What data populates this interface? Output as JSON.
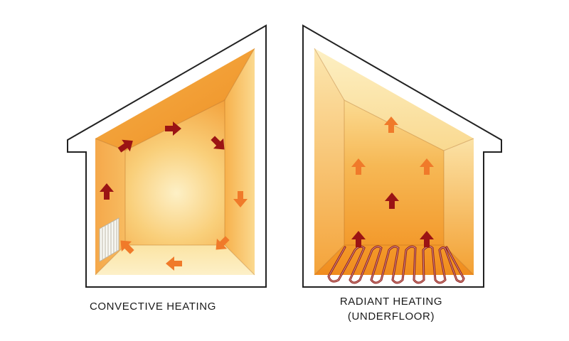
{
  "captions": {
    "convective": "CONVECTIVE HEATING",
    "radiant_line1": "RADIANT HEATING",
    "radiant_line2": "(UNDERFLOOR)"
  },
  "colors": {
    "arrow_dark": "#9b1414",
    "arrow_orange": "#f07a2a",
    "wall_orange": "#f4a033",
    "light_yellow": "#fbe3a0",
    "house_outline": "#222222"
  }
}
